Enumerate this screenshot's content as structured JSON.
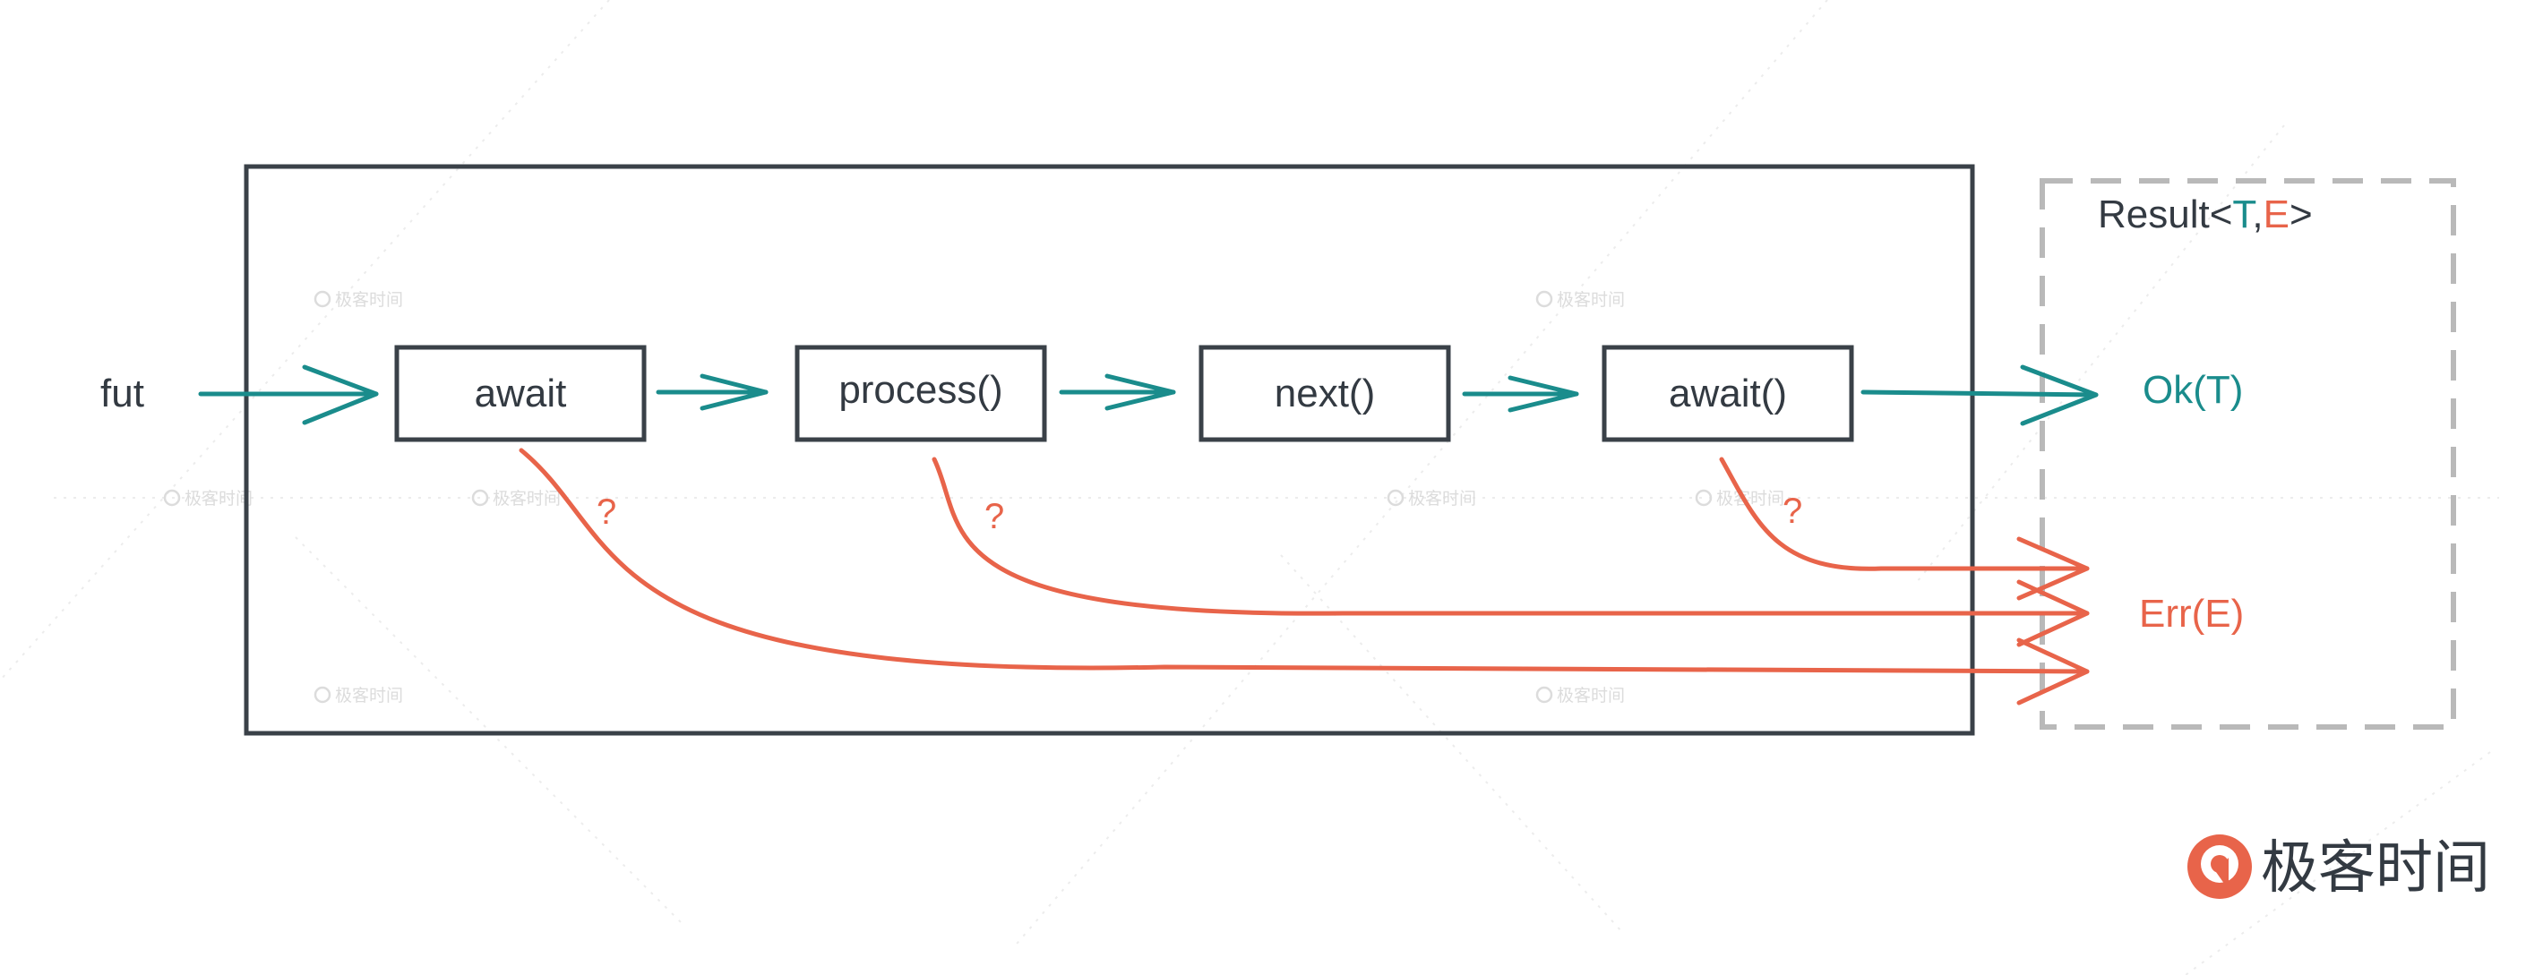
{
  "colors": {
    "teal": "#1a8c8c",
    "red": "#e8644a",
    "dark": "#3a4148",
    "dashed": "#b9b9b9",
    "watermark": "#dcdcdc"
  },
  "input_label": "fut",
  "stages": [
    {
      "id": "await",
      "label": "await"
    },
    {
      "id": "process",
      "label": "process()"
    },
    {
      "id": "next",
      "label": "next()"
    },
    {
      "id": "await-call",
      "label": "await()"
    }
  ],
  "error_marker": "?",
  "result": {
    "prefix": "Result<",
    "t": "T",
    "comma": ",",
    "e": "E",
    "suffix": ">"
  },
  "ok_label": "Ok(T)",
  "err_label": "Err(E)",
  "watermark_text": "极客时间",
  "logo": {
    "icon": "geektime-logo-icon",
    "text": "极客时间"
  }
}
